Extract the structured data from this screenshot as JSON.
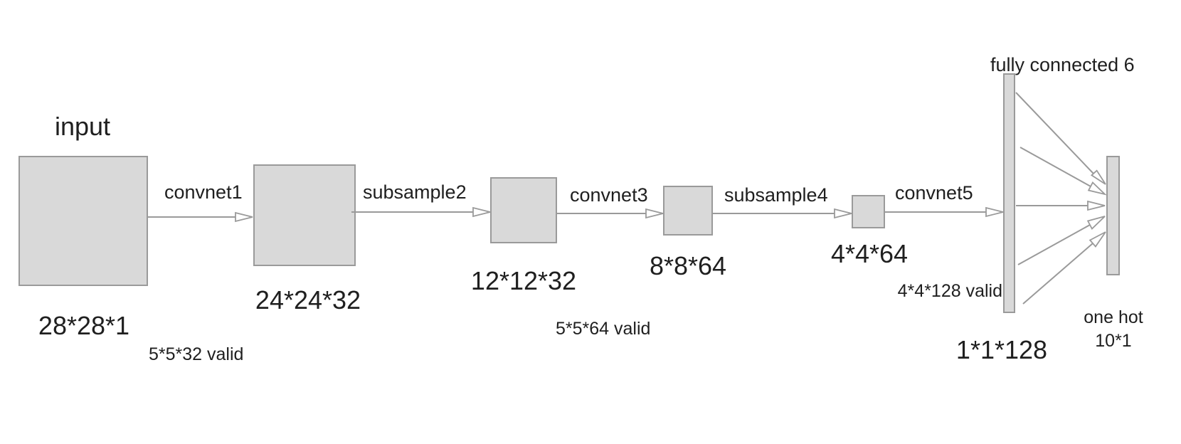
{
  "diagram": {
    "input_title": "input",
    "fc_title": "fully connected 6",
    "sizes": {
      "input": "28*28*1",
      "conv1": "24*24*32",
      "sub2": "12*12*32",
      "conv3": "8*8*64",
      "sub4": "4*4*64",
      "fc6": "1*1*128"
    },
    "ops": {
      "conv1": "convnet1",
      "sub2": "subsample2",
      "conv3": "convnet3",
      "sub4": "subsample4",
      "conv5": "convnet5"
    },
    "notes": {
      "conv1": "5*5*32 valid",
      "conv3": "5*5*64 valid",
      "conv5": "4*4*128 valid"
    },
    "output": {
      "line1": "one hot",
      "line2": "10*1"
    },
    "colors": {
      "block_fill": "#d9d9d9",
      "stroke": "#9a9a9a",
      "text": "#1f1f1f"
    }
  }
}
